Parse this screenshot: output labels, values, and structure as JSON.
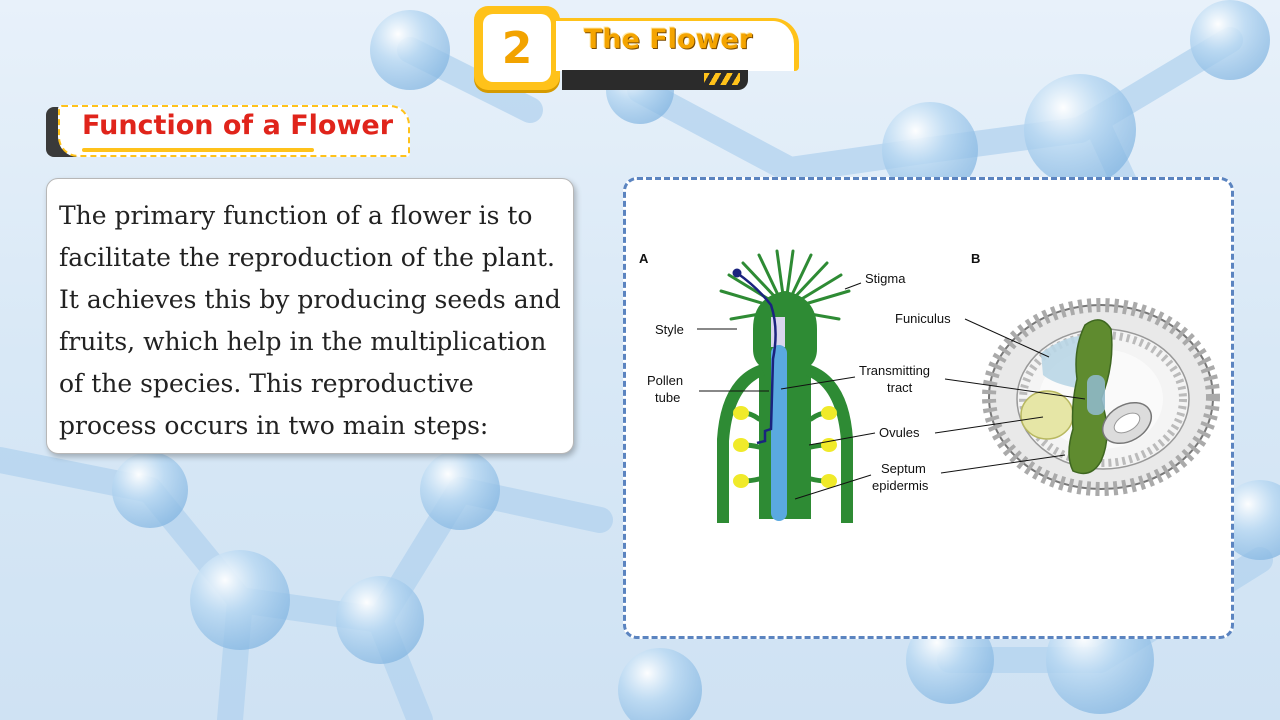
{
  "header": {
    "chapter_number": "2",
    "chapter_title": "The Flower"
  },
  "section": {
    "title": "Function of a Flower"
  },
  "body": {
    "lines": [
      "The primary function of a flower is to",
      "facilitate the reproduction of the plant.",
      "It achieves this by producing seeds and",
      "fruits, which help in the multiplication",
      "of the species. This reproductive",
      "process occurs in two main steps:"
    ]
  },
  "figure": {
    "panel_a": "A",
    "panel_b": "B",
    "labels": {
      "stigma": "Stigma",
      "style": "Style",
      "pollen_tube_1": "Pollen",
      "pollen_tube_2": "tube",
      "funiculus": "Funiculus",
      "transmitting_1": "Transmitting",
      "transmitting_2": "tract",
      "ovules": "Ovules",
      "septum_1": "Septum",
      "septum_2": "epidermis"
    }
  },
  "colors": {
    "accent_yellow": "#ffc21a",
    "heading_red": "#e0241b",
    "chapter_orange": "#f4a400",
    "panel_border": "#5b84c0",
    "pistil_green": "#2e8b34",
    "tract_blue": "#5aa9e0",
    "ovule_yellow": "#f0ea2a"
  }
}
